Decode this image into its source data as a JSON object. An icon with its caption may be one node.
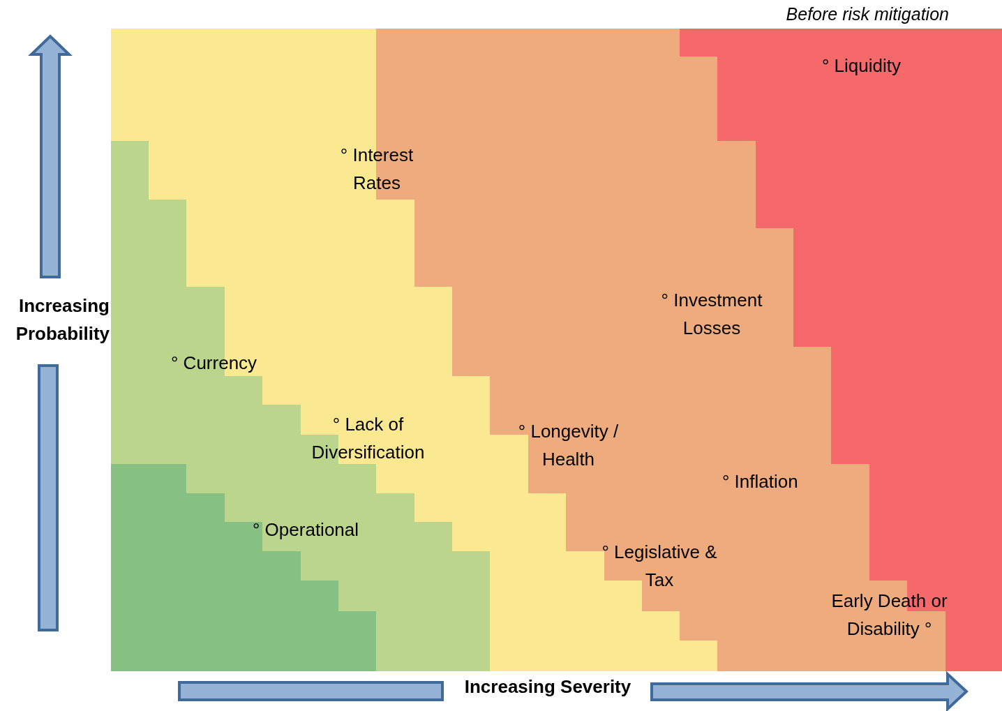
{
  "diagram": {
    "title": "Before risk mitigation",
    "labels": [
      "° Liquidity",
      "° Interest Rates",
      "° Investment Losses",
      "Increasing Probability",
      "° Currency",
      "° Lack of Diversification",
      "° Longevity / Health",
      "° Inflation",
      "° Operational",
      "° Legislative & Tax",
      "Early Death or Disability °",
      "Increasing Severity"
    ]
  }
}
